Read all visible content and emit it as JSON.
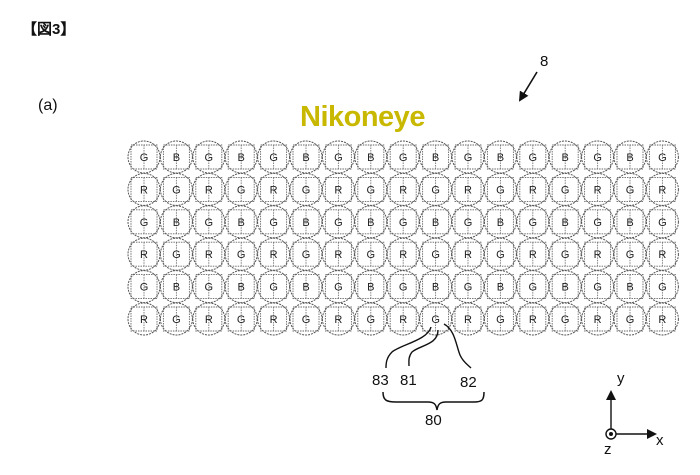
{
  "figure_title": "【図3】",
  "panel_label": "(a)",
  "watermark": "Nikoneye",
  "device_ref": "8",
  "pixel_grid": {
    "columns": 17,
    "rows": [
      "GBGBGBGBGBGBGBGBG",
      "RGRGRGRGRGRGRGRGR",
      "GBGBGBGBGBGBGBGBG",
      "RGRGRGRGRGRGRGRGR",
      "GBGBGBGBGBGBGBGBG",
      "RGRGRGRGRGRGRGRGR"
    ]
  },
  "callouts": {
    "c83": "83",
    "c81": "81",
    "c82": "82",
    "c80": "80"
  },
  "axes": {
    "y": "y",
    "x": "x",
    "z": "z"
  },
  "colors": {
    "ink": "#111111",
    "watermark": "#c9b800"
  }
}
